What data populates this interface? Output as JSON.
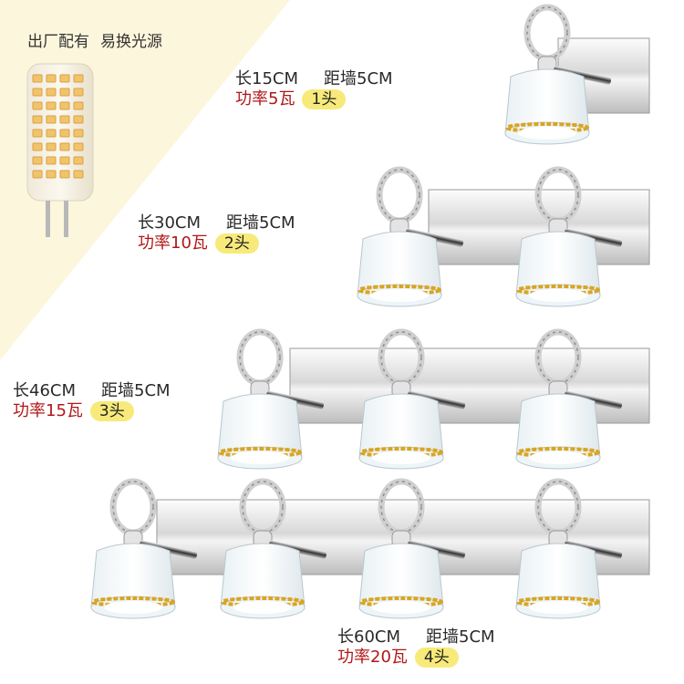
{
  "header": {
    "part1": "出厂配有",
    "part2": "易换光源"
  },
  "products": [
    {
      "length": "长15CM",
      "distance": "距墙5CM",
      "power": "功率5瓦",
      "heads": "1头"
    },
    {
      "length": "长30CM",
      "distance": "距墙5CM",
      "power": "功率10瓦",
      "heads": "2头"
    },
    {
      "length": "长46CM",
      "distance": "距墙5CM",
      "power": "功率15瓦",
      "heads": "3头"
    },
    {
      "length": "长60CM",
      "distance": "距墙5CM",
      "power": "功率20瓦",
      "heads": "4头"
    }
  ],
  "colors": {
    "corner_bg": "#fbf6dc",
    "badge_bg": "#f7ea7a",
    "power_text": "#b01818",
    "gold_trim": "#d9a521"
  }
}
